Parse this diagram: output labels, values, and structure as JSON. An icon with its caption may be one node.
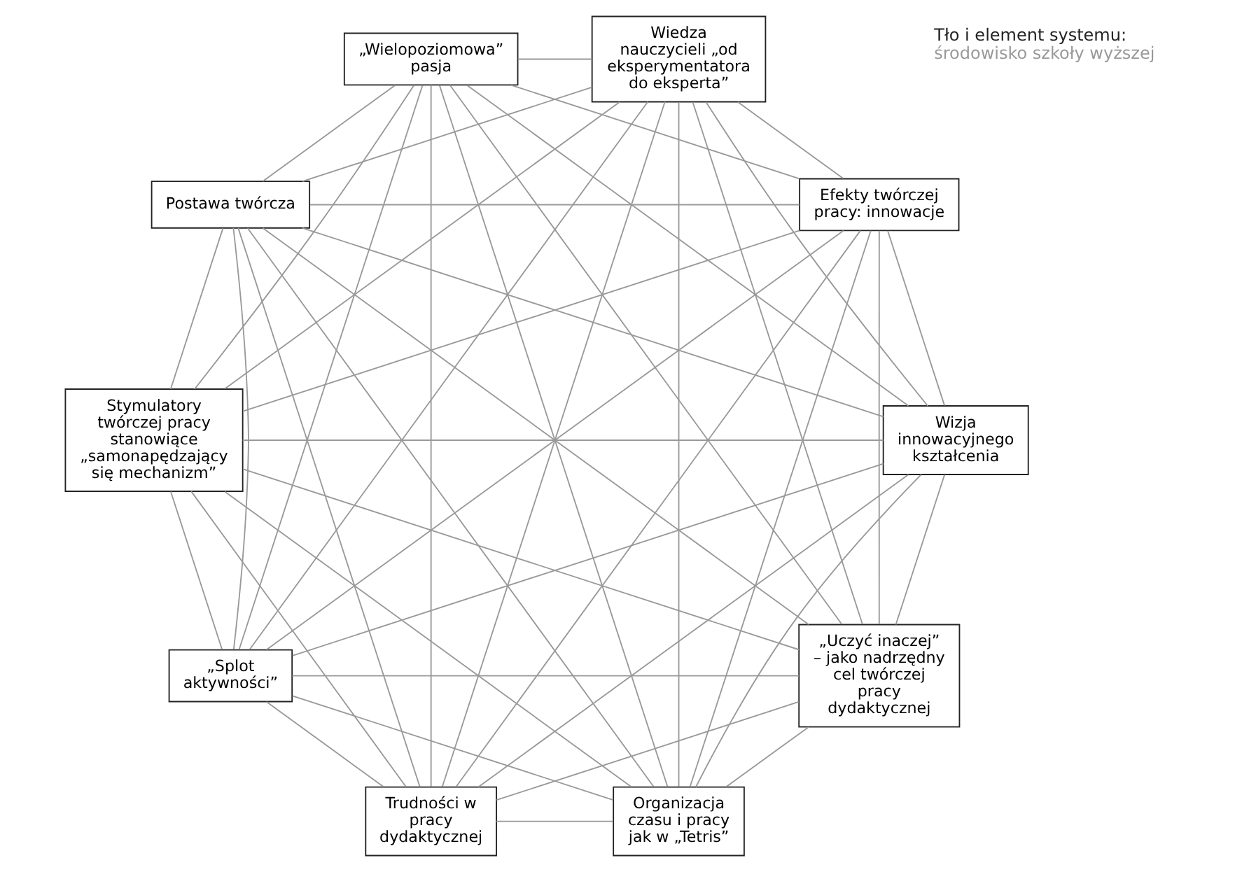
{
  "diagram": {
    "nodes": [
      {
        "text": [
          "„Uczyć inaczej” – jako nadrzędny cel twórczej pracy dydaktycznej"
        ]
      },
      {
        "text": [
          "Wizja innowacyjnego kształcenia"
        ]
      },
      {
        "text": [
          "Trudności w pracy dydaktycznej"
        ]
      },
      {
        "text": [
          "„Splot aktywności”"
        ]
      },
      {
        "text": [
          "Stymulatory twórczej pracy stanowiące „samonapędzający się mechanizm”"
        ]
      },
      {
        "text": [
          "Postawa twórcza"
        ]
      },
      {
        "text": [
          "„Wielopoziomowa” pasja"
        ]
      },
      {
        "text": [
          "Wiedza nauczycieli „od eksperymentatora do eksperta”"
        ]
      },
      {
        "text": [
          "Efekty twórczej pracy: innowacje"
        ]
      },
      {
        "text": [
          "Organizacja czasu i pracy jak w „Tetris”"
        ]
      }
    ],
    "edges": [
      {
        "from": 0,
        "to": 1,
        "arrow": "none"
      },
      {
        "from": 0,
        "to": 2,
        "arrow": "none"
      },
      {
        "from": 0,
        "to": 3,
        "arrow": "none"
      },
      {
        "from": 0,
        "to": 4,
        "arrow": "none"
      },
      {
        "from": 0,
        "to": 5,
        "arrow": "none"
      },
      {
        "from": 0,
        "to": 6,
        "arrow": "none"
      },
      {
        "from": 0,
        "to": 7,
        "arrow": "none"
      },
      {
        "from": 0,
        "to": 8,
        "arrow": "none"
      },
      {
        "from": 0,
        "to": 9,
        "arrow": "none"
      },
      {
        "from": 1,
        "to": 2,
        "arrow": "none"
      },
      {
        "from": 1,
        "to": 3,
        "arrow": "none"
      },
      {
        "from": 1,
        "to": 4,
        "arrow": "none"
      },
      {
        "from": 1,
        "to": 5,
        "arrow": "none"
      },
      {
        "from": 1,
        "to": 6,
        "arrow": "none"
      },
      {
        "from": 1,
        "to": 7,
        "arrow": "none"
      },
      {
        "from": 1,
        "to": 8,
        "arrow": "none"
      },
      {
        "from": 1,
        "to": 9,
        "arrow": "none"
      },
      {
        "from": 2,
        "to": 3,
        "arrow": "none"
      },
      {
        "from": 2,
        "to": 4,
        "arrow": "none"
      },
      {
        "from": 2,
        "to": 5,
        "arrow": "none"
      },
      {
        "from": 2,
        "to": 6,
        "arrow": "none"
      },
      {
        "from": 2,
        "to": 7,
        "arrow": "none"
      },
      {
        "from": 2,
        "to": 8,
        "arrow": "none"
      },
      {
        "from": 2,
        "to": 9,
        "arrow": "none"
      },
      {
        "from": 3,
        "to": 4,
        "arrow": "none"
      },
      {
        "from": 3,
        "to": 5,
        "arrow": "none"
      },
      {
        "from": 3,
        "to": 6,
        "arrow": "none"
      },
      {
        "from": 3,
        "to": 7,
        "arrow": "none"
      },
      {
        "from": 3,
        "to": 8,
        "arrow": "none"
      },
      {
        "from": 3,
        "to": 9,
        "arrow": "none"
      },
      {
        "from": 4,
        "to": 5,
        "arrow": "none"
      },
      {
        "from": 4,
        "to": 6,
        "arrow": "none"
      },
      {
        "from": 4,
        "to": 7,
        "arrow": "none"
      },
      {
        "from": 4,
        "to": 8,
        "arrow": "none"
      },
      {
        "from": 4,
        "to": 9,
        "arrow": "none"
      },
      {
        "from": 5,
        "to": 6,
        "arrow": "none"
      },
      {
        "from": 5,
        "to": 7,
        "arrow": "none"
      },
      {
        "from": 5,
        "to": 8,
        "arrow": "none"
      },
      {
        "from": 5,
        "to": 9,
        "arrow": "none"
      },
      {
        "from": 6,
        "to": 7,
        "arrow": "none"
      },
      {
        "from": 6,
        "to": 8,
        "arrow": "none"
      },
      {
        "from": 6,
        "to": 9,
        "arrow": "none"
      },
      {
        "from": 7,
        "to": 8,
        "arrow": "none"
      },
      {
        "from": 7,
        "to": 9,
        "arrow": "none"
      },
      {
        "from": 8,
        "to": 9,
        "arrow": "none"
      }
    ],
    "labels": [
      "Tło i element systemu:",
      "środowisko szkoły wyższej"
    ]
  }
}
